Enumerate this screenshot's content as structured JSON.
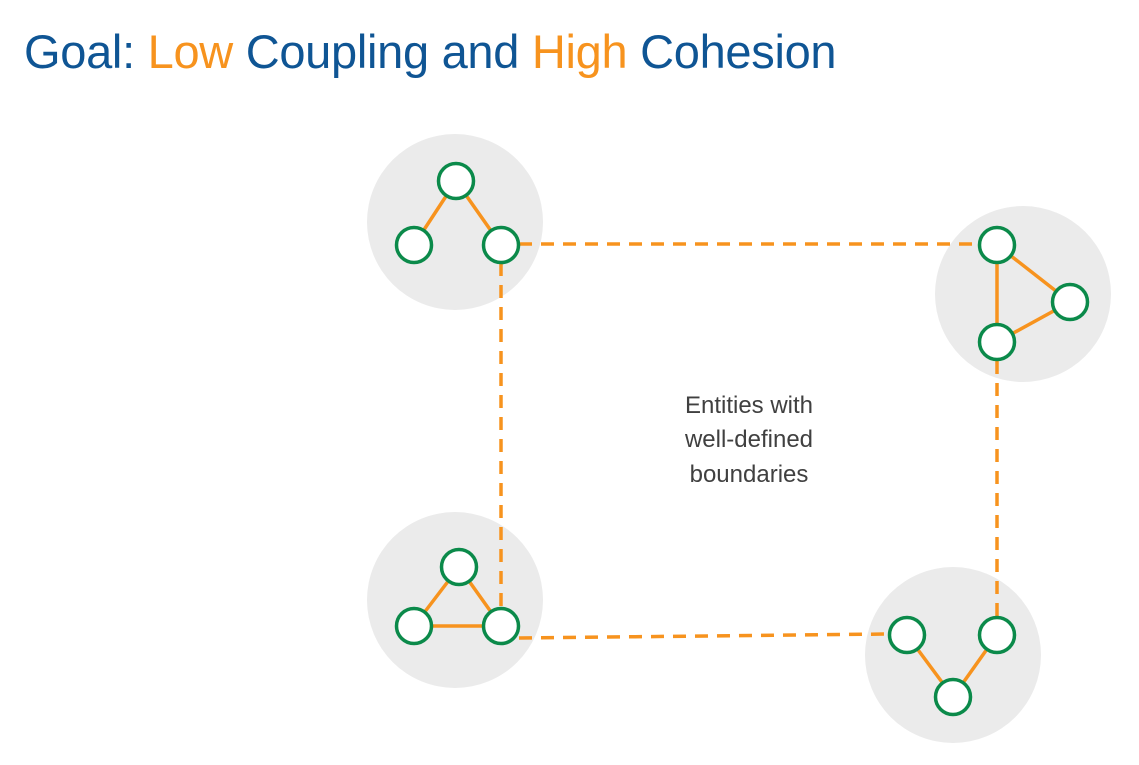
{
  "title": {
    "prefix": "Goal: ",
    "low": "Low",
    "coupling_and": " Coupling and ",
    "high": "High",
    "cohesion": " Cohesion"
  },
  "caption": {
    "line1": "Entities with",
    "line2": "well-defined",
    "line3": "boundaries"
  },
  "colors": {
    "title_blue": "#0f5594",
    "accent_orange": "#f7931e",
    "node_green": "#0b8a4a",
    "cluster_gray": "#ebebeb"
  }
}
